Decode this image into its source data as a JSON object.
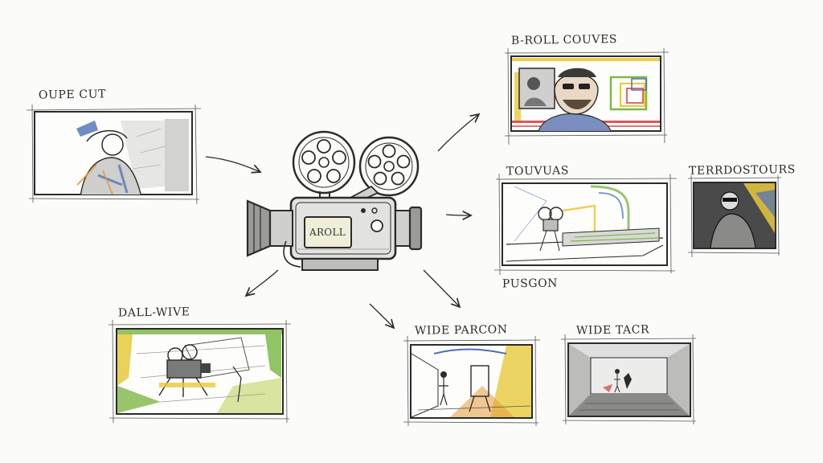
{
  "labels": {
    "top_left": "OUPE CUT",
    "b_roll": "B-ROLL COUVES",
    "touvas": "TOUVUAS",
    "terrdostours": "TERRDOSTOURS",
    "pusgon": "PUSGON",
    "dall_wive": "DALL-WIVE",
    "wide_parcon": "WIDE PARCON",
    "wide_tacr": "WIDE TACR",
    "camera_screen": "AROLL"
  },
  "colors": {
    "pencil": "#2b2b2b",
    "paper": "#fbfbf9",
    "accent_red": "#d63a3a",
    "accent_yellow": "#e7c93c",
    "accent_green": "#7fb84a",
    "accent_blue": "#4a6fb8",
    "accent_orange": "#e39a3a"
  }
}
